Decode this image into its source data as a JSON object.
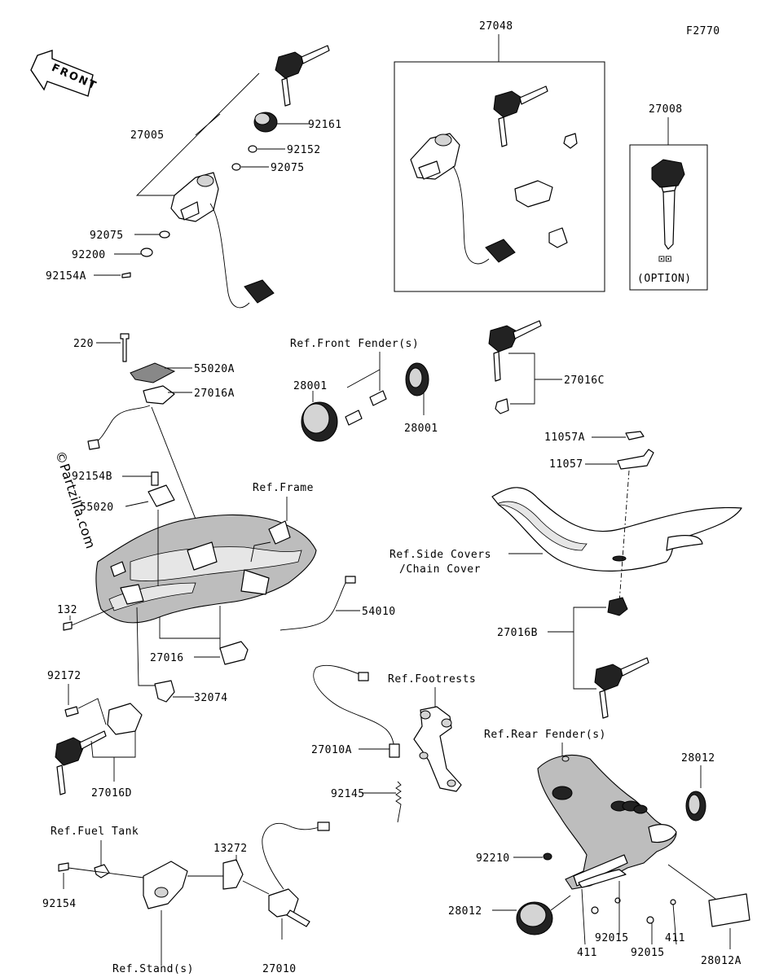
{
  "figure_code": "F2770",
  "front_label": "FRONT",
  "watermark": "©Partzilla.com",
  "option_label": "(OPTION)",
  "option_symbol": "⊡⊡",
  "parts": {
    "p27048": "27048",
    "p27008": "27008",
    "p27005": "27005",
    "p92161": "92161",
    "p92152": "92152",
    "p92075a": "92075",
    "p92075b": "92075",
    "p92200": "92200",
    "p92154A": "92154A",
    "p220": "220",
    "p55020A": "55020A",
    "p27016A": "27016A",
    "p28001a": "28001",
    "p28001b": "28001",
    "p27016C": "27016C",
    "p11057A": "11057A",
    "p11057": "11057",
    "p92154B": "92154B",
    "p55020": "55020",
    "p132": "132",
    "p54010": "54010",
    "p27016": "27016",
    "p27016B": "27016B",
    "p92172": "92172",
    "p32074": "32074",
    "p27016D": "27016D",
    "p27010A": "27010A",
    "p92145": "92145",
    "p28012a": "28012",
    "p92210": "92210",
    "p28012b": "28012",
    "p92015a": "92015",
    "p92015b": "92015",
    "p411a": "411",
    "p411b": "411",
    "p28012A": "28012A",
    "p13272": "13272",
    "p92154": "92154",
    "p27010": "27010"
  },
  "refs": {
    "front_fender": "Ref.Front Fender(s)",
    "frame": "Ref.Frame",
    "side_covers_1": "Ref.Side Covers",
    "side_covers_2": "/Chain Cover",
    "footrests": "Ref.Footrests",
    "rear_fender": "Ref.Rear Fender(s)",
    "fuel_tank": "Ref.Fuel Tank",
    "stand": "Ref.Stand(s)"
  }
}
